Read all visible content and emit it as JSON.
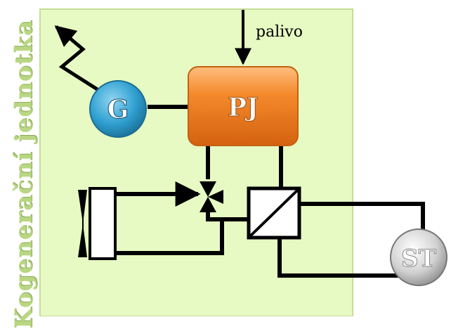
{
  "title": "Kogenerační jednotka",
  "fuel_label": "palivo",
  "nodes": {
    "generator": "G",
    "engine": "PJ",
    "consumer": "ST"
  },
  "colors": {
    "panel": "#e7fac3",
    "panel_border": "#c4dd96",
    "title": "#b9d783",
    "generator_fill": "#3aa6d6",
    "engine_fill": "#f07f22",
    "consumer_fill": "#d9d9d9",
    "line": "#000000"
  }
}
